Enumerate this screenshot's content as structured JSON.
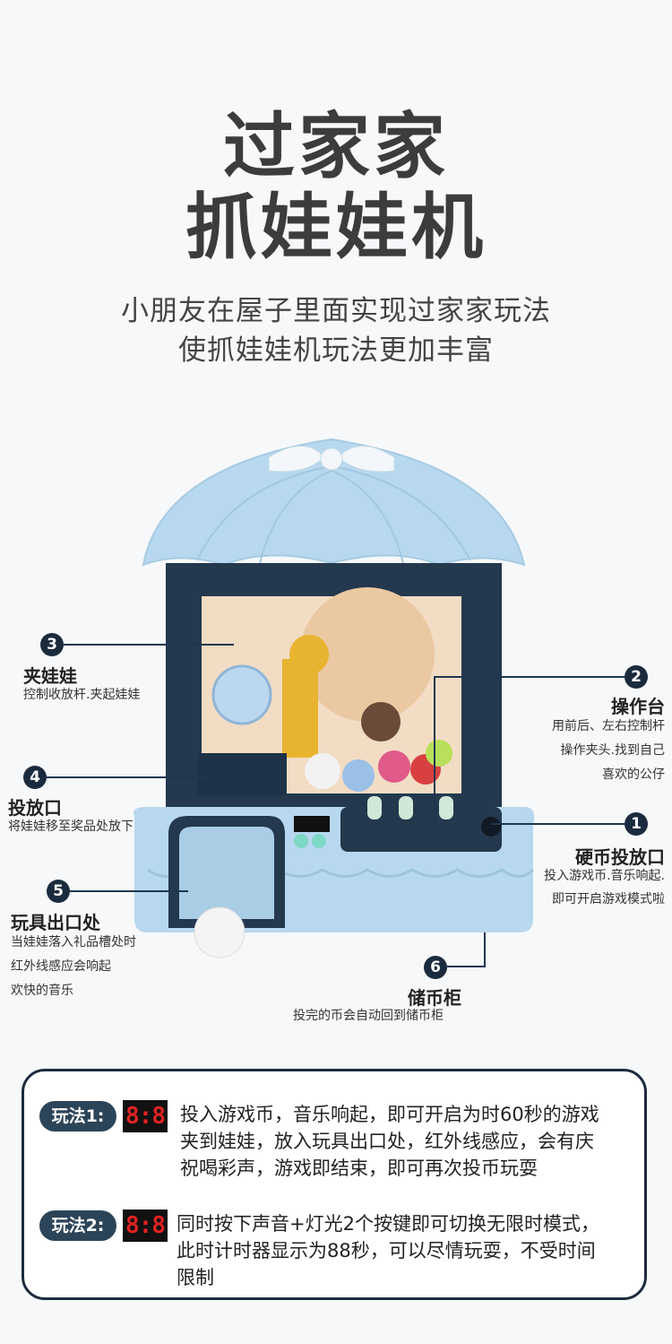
{
  "header": {
    "title_line1": "过家家",
    "title_line2": "抓娃娃机",
    "subtitle_line1": "小朋友在屋子里面实现过家家玩法",
    "subtitle_line2": "使抓娃娃机玩法更加丰富"
  },
  "callouts": [
    {
      "num": "1",
      "title": "硬币投放口",
      "desc": [
        "投入游戏币.音乐响起.",
        "即可开启游戏模式啦"
      ]
    },
    {
      "num": "2",
      "title": "操作台",
      "desc": [
        "用前后、左右控制杆",
        "操作夹头.找到自己",
        "喜欢的公仔"
      ]
    },
    {
      "num": "3",
      "title": "夹娃娃",
      "desc": [
        "控制收放杆.夹起娃娃"
      ]
    },
    {
      "num": "4",
      "title": "投放口",
      "desc": [
        "将娃娃移至奖品处放下"
      ]
    },
    {
      "num": "5",
      "title": "玩具出口处",
      "desc": [
        "当娃娃落入礼品槽处时",
        "红外线感应会响起",
        "欢快的音乐"
      ]
    },
    {
      "num": "6",
      "title": "储币柜",
      "desc": [
        "投完的币会自动回到储币柜"
      ]
    }
  ],
  "modes": [
    {
      "label": "玩法1:",
      "display": "8:8",
      "text": [
        "投入游戏币，音乐响起，即可开启为时60秒的游戏",
        "夹到娃娃，放入玩具出口处，红外线感应，会有庆",
        "祝喝彩声，游戏即结束，即可再次投币玩耍"
      ]
    },
    {
      "label": "玩法2:",
      "display": "8:8",
      "text": [
        "同时按下声音+灯光2个按键即可切换无限时模式，",
        "此时计时器显示为88秒，可以尽情玩耍，不受时间",
        "限制"
      ]
    }
  ],
  "colors": {
    "machine_blue": "#b7d8ee",
    "frame_navy": "#24384e",
    "led_red": "#e02222"
  }
}
